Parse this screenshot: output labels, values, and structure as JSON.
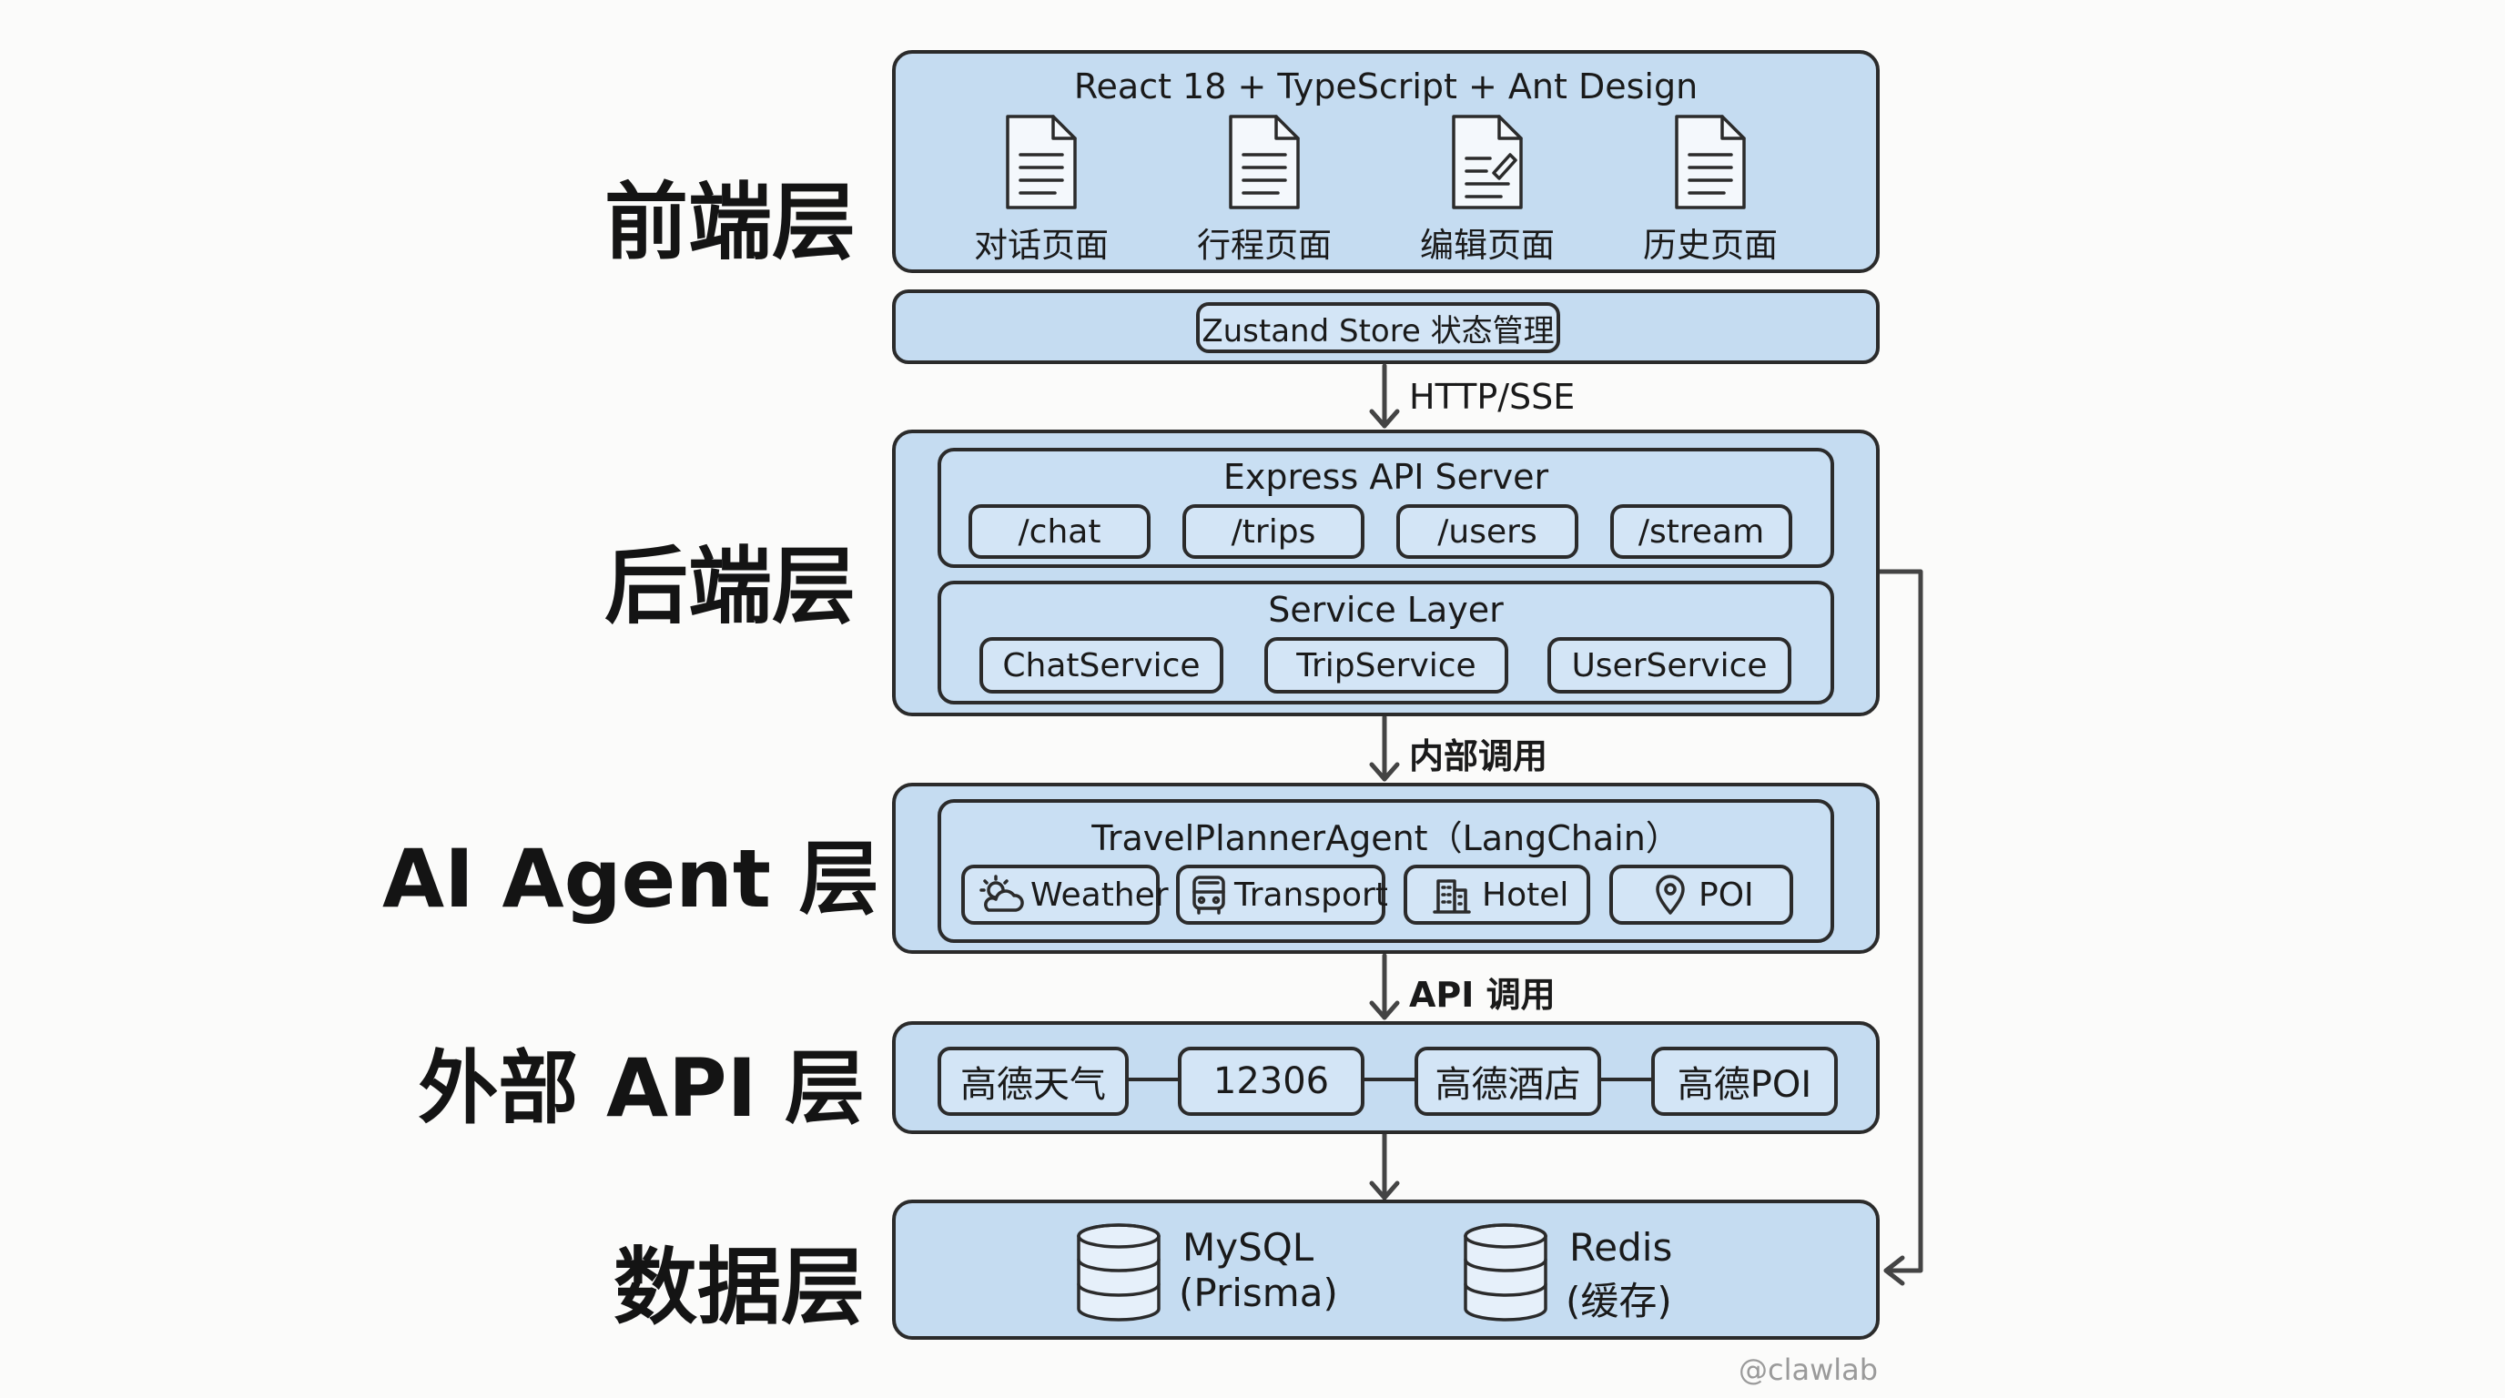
{
  "layers": {
    "frontend": "前端层",
    "backend": "后端层",
    "agent": "AI Agent 层",
    "external": "外部 API 层",
    "data": "数据层"
  },
  "frontend": {
    "title": "React 18 + TypeScript + Ant Design",
    "pages": [
      {
        "label": "对话页面",
        "icon": "document-icon"
      },
      {
        "label": "行程页面",
        "icon": "document-icon"
      },
      {
        "label": "编辑页面",
        "icon": "document-edit-icon"
      },
      {
        "label": "历史页面",
        "icon": "document-icon"
      }
    ],
    "store": "Zustand Store 状态管理"
  },
  "edges": {
    "frontend_backend": "HTTP/SSE",
    "backend_agent": "内部调用",
    "agent_external": "API 调用"
  },
  "backend": {
    "api_title": "Express API Server",
    "routes": [
      "/chat",
      "/trips",
      "/users",
      "/stream"
    ],
    "service_title": "Service Layer",
    "services": [
      "ChatService",
      "TripService",
      "UserService"
    ]
  },
  "agent": {
    "title": "TravelPlannerAgent（LangChain）",
    "tools": [
      {
        "label": "Weather",
        "icon": "weather-icon"
      },
      {
        "label": "Transport",
        "icon": "bus-icon"
      },
      {
        "label": "Hotel",
        "icon": "hotel-icon"
      },
      {
        "label": "POI",
        "icon": "location-pin-icon"
      }
    ]
  },
  "external": {
    "apis": [
      "高德天气",
      "12306",
      "高德酒店",
      "高德POI"
    ]
  },
  "data": {
    "stores": [
      {
        "line1": "MySQL",
        "line2": "(Prisma)",
        "icon": "database-icon"
      },
      {
        "line1": "Redis",
        "line2": "(缓存)",
        "icon": "database-icon"
      }
    ]
  },
  "watermark": "@clawlab"
}
